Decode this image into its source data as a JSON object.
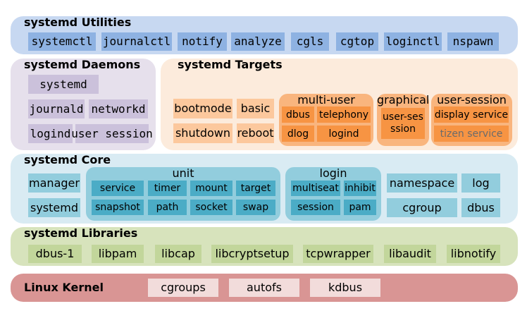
{
  "utilities": {
    "title": "systemd Utilities",
    "items": [
      "systemctl",
      "journalctl",
      "notify",
      "analyze",
      "cgls",
      "cgtop",
      "loginctl",
      "nspawn"
    ]
  },
  "daemons": {
    "title": "systemd Daemons",
    "items": [
      "systemd",
      "journald",
      "networkd",
      "logind",
      "user session"
    ]
  },
  "targets": {
    "title": "systemd Targets",
    "simple": [
      "bootmode",
      "basic",
      "shutdown",
      "reboot"
    ],
    "multi_user": {
      "title": "multi-user",
      "items": [
        "dbus",
        "telephony",
        "dlog",
        "logind"
      ]
    },
    "graphical": {
      "title": "graphical",
      "item": "user-sesssion"
    },
    "user_session": {
      "title": "user-session",
      "items": [
        "display service",
        "tizen service"
      ]
    }
  },
  "core": {
    "title": "systemd Core",
    "left": [
      "manager",
      "systemd"
    ],
    "unit": {
      "title": "unit",
      "items": [
        "service",
        "timer",
        "mount",
        "target",
        "snapshot",
        "path",
        "socket",
        "swap"
      ]
    },
    "login": {
      "title": "login",
      "items": [
        "multiseat",
        "inhibit",
        "session",
        "pam"
      ]
    },
    "right": [
      "namespace",
      "log",
      "cgroup",
      "dbus"
    ]
  },
  "libraries": {
    "title": "systemd Libraries",
    "items": [
      "dbus-1",
      "libpam",
      "libcap",
      "libcryptsetup",
      "tcpwrapper",
      "libaudit",
      "libnotify"
    ]
  },
  "kernel": {
    "title": "Linux Kernel",
    "items": [
      "cgroups",
      "autofs",
      "kdbus"
    ]
  }
}
